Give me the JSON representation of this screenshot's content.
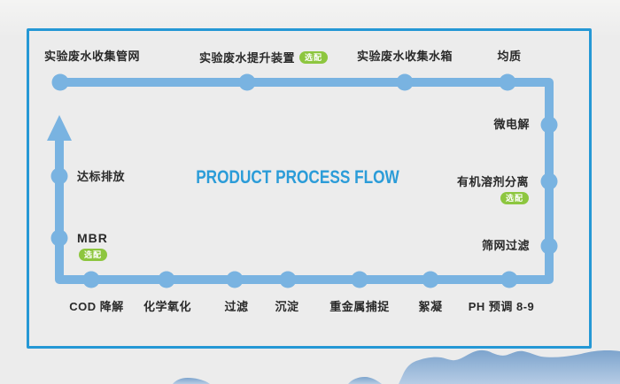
{
  "title": "PRODUCT PROCESS FLOW",
  "colors": {
    "flow_line": "#79b3e1",
    "frame_border": "#2598d5",
    "title_text": "#2b9cd8",
    "badge_green": "#8dc63f",
    "label_text": "#2a2a2a",
    "background": "#ececec",
    "mountain_top": "#7da4cd",
    "mountain_bottom": "#b6cce5"
  },
  "stations": {
    "top": [
      {
        "label": "实验废水收集管网"
      },
      {
        "label": "实验废水提升装置",
        "badge": "选配"
      },
      {
        "label": "实验废水收集水箱"
      },
      {
        "label": "均质"
      }
    ],
    "right": [
      {
        "label": "微电解"
      },
      {
        "label": "有机溶剂分离",
        "badge": "选配"
      },
      {
        "label": "筛网过滤"
      }
    ],
    "bottom": [
      {
        "label": "PH 预调 8-9"
      },
      {
        "label": "絮凝"
      },
      {
        "label": "重金属捕捉"
      },
      {
        "label": "沉淀"
      },
      {
        "label": "过滤"
      },
      {
        "label": "化学氧化"
      },
      {
        "label": "COD 降解"
      }
    ],
    "left": [
      {
        "label": "MBR",
        "badge": "选配"
      },
      {
        "label": "达标排放"
      }
    ]
  }
}
